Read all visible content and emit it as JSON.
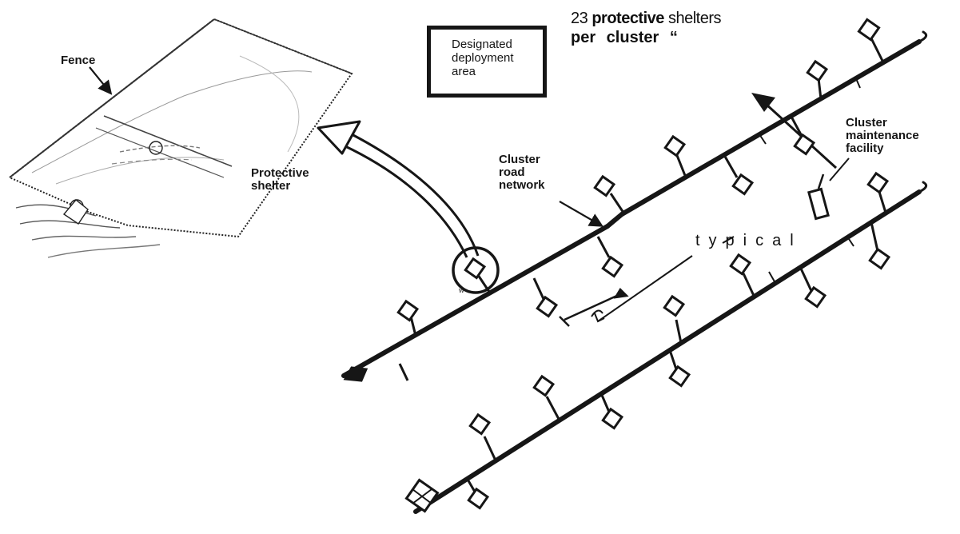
{
  "title": {
    "count": "23",
    "bold_word": "protective",
    "rest": " shelters",
    "line2": "per cluster “"
  },
  "legend": {
    "label": "Designated\ndeployment\narea"
  },
  "labels": {
    "fence": "Fence",
    "protective_shelter": "Protective\nshelter",
    "cluster_road_network": "Cluster\nroad\nnetwork",
    "cluster_maintenance_facility": "Cluster\nmaintenance\nfacility",
    "typical": "typical",
    "small_mark": "w"
  },
  "icons": {
    "shelter_site": "diamond-square-icon",
    "curved_arrow": "curved-arrow-icon",
    "maintenance_facility": "rectangle-icon"
  }
}
